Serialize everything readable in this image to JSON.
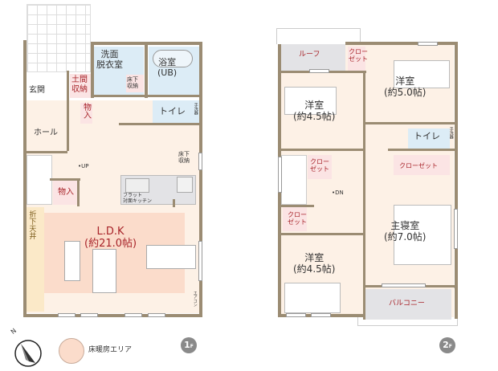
{
  "floor1": {
    "badge": {
      "num": "1",
      "suffix": "F"
    },
    "rooms": {
      "washroom": "洗面\n脱衣室",
      "washroom_l1": "洗面",
      "washroom_l2": "脱衣室",
      "bath_l1": "浴室",
      "bath_l2": "(UB)",
      "entrance": "玄関",
      "doma_storage_l1": "土間",
      "doma_storage_l2": "収納",
      "underfloor_storage_l1": "床下",
      "underfloor_storage_l2": "収納",
      "closet_top": "物入",
      "toilet": "トイレ",
      "toilet_sink": "手洗器",
      "hall": "ホール",
      "up": "UP",
      "underfloor_storage2_l1": "床下",
      "underfloor_storage2_l2": "収納",
      "closet_stairs": "物入",
      "kitchen_l1": "フラット",
      "kitchen_l2": "対面キッチン",
      "low_ceiling": "折下天井",
      "ldk_l1": "L.D.K",
      "ldk_l2": "(約21.0帖)",
      "aircon": "エアコン"
    }
  },
  "floor2": {
    "badge": {
      "num": "2",
      "suffix": "F"
    },
    "rooms": {
      "roof": "ルーフ",
      "closet_a_l1": "クロー",
      "closet_a_l2": "ゼット",
      "western_5_l1": "洋室",
      "western_5_l2": "(約5.0帖)",
      "western_45a_l1": "洋室",
      "western_45a_l2": "(約4.5帖)",
      "toilet": "トイレ",
      "toilet_sink": "手洗器",
      "closet_b_l1": "クロー",
      "closet_b_l2": "ゼット",
      "closet_c": "クローゼット",
      "down": "DN",
      "closet_d_l1": "クロー",
      "closet_d_l2": "ゼット",
      "master_l1": "主寝室",
      "master_l2": "(約7.0帖)",
      "western_45b_l1": "洋室",
      "western_45b_l2": "(約4.5帖)",
      "balcony": "バルコニー"
    }
  },
  "legend": {
    "compass_label": "N",
    "floor_heating_label": "床暖房エリア",
    "floor_heating_color": "#fbdccb"
  },
  "colors": {
    "wall": "#9b8c73",
    "floor": "#fdf1e6",
    "wet_area": "#dcecf6",
    "storage": "#fbe4e4",
    "label_red": "#a8242a"
  }
}
